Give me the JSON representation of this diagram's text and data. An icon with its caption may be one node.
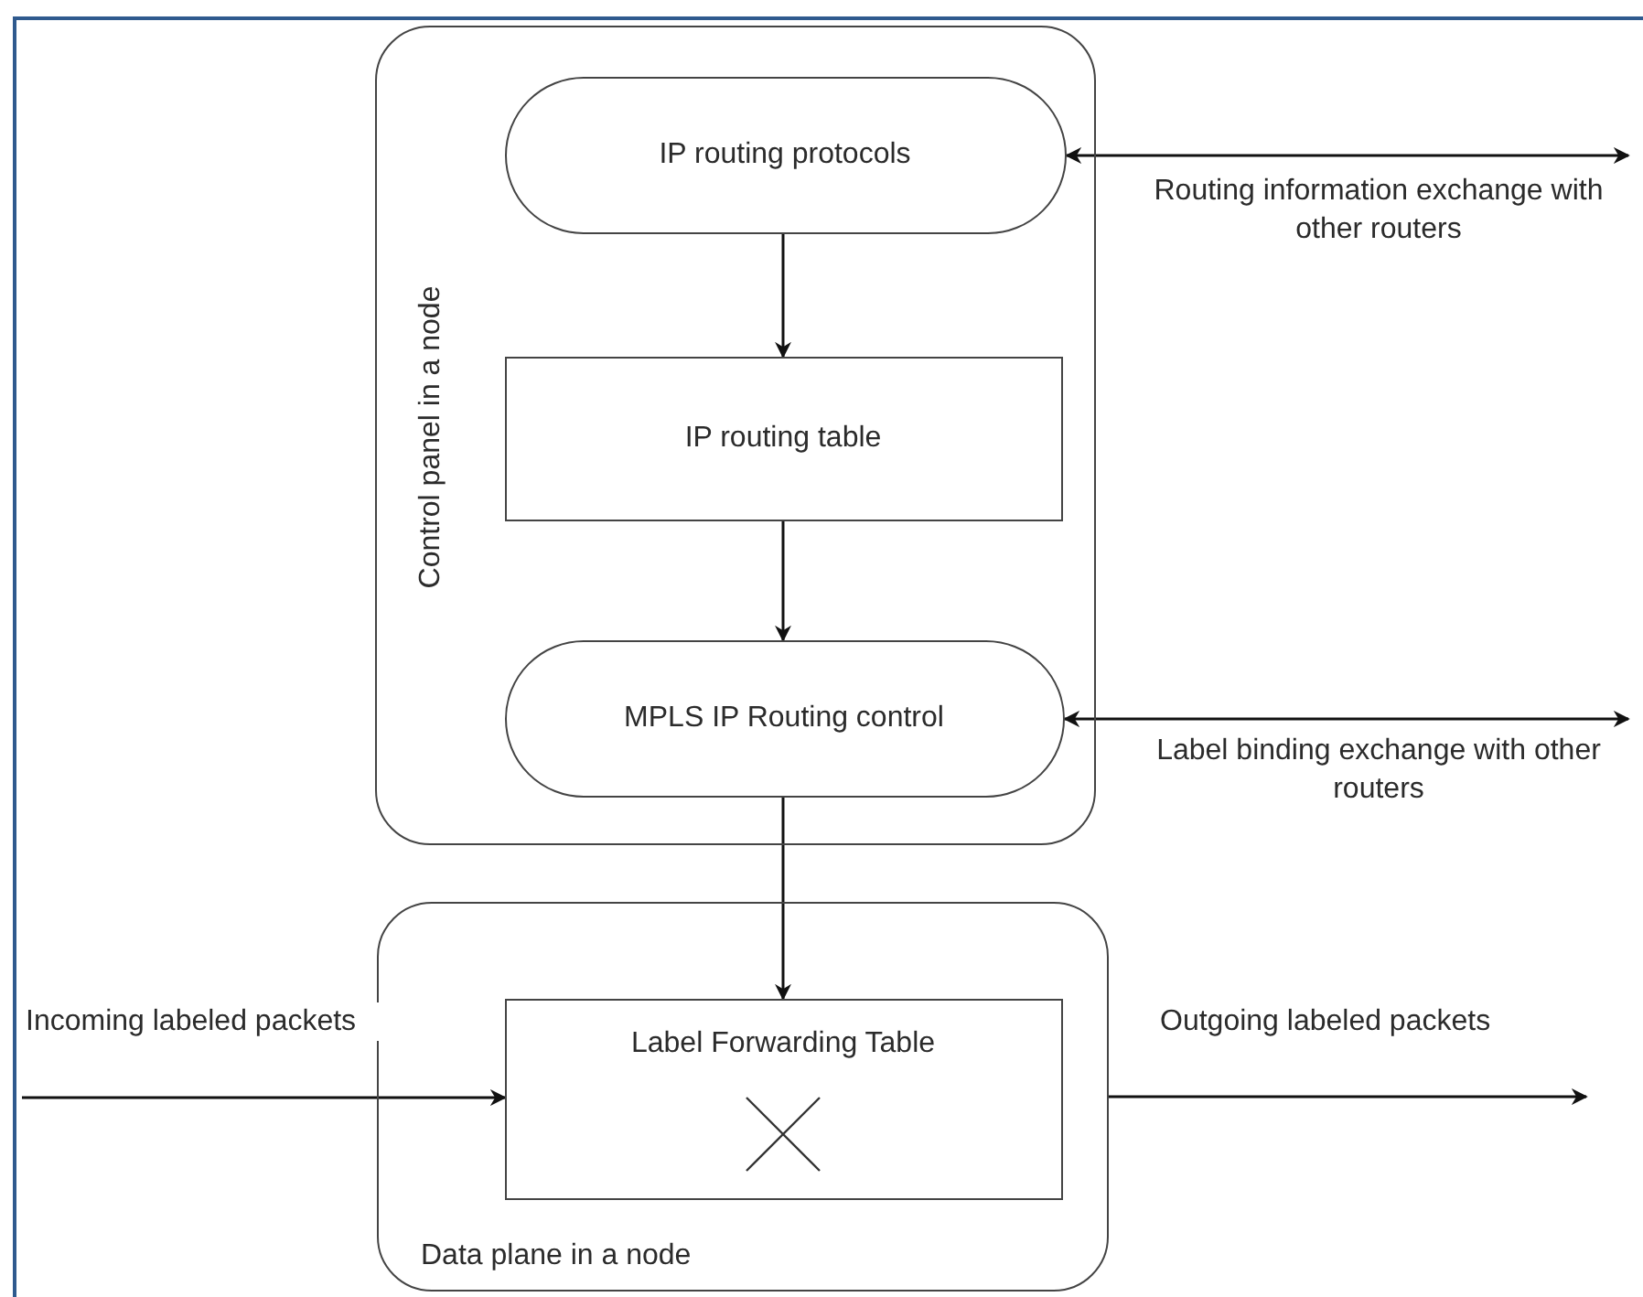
{
  "diagram": {
    "nodes": [
      {
        "text": [
          "Control panel in a node"
        ]
      },
      {
        "text": [
          "IP routing protocols"
        ],
        "in": 0
      },
      {
        "text": [
          "IP routing table"
        ],
        "in": 0
      },
      {
        "text": [
          "MPLS IP Routing control"
        ],
        "in": 0
      },
      {
        "text": [
          "Data plane in a node"
        ]
      },
      {
        "text": [
          "Label Forwarding Table"
        ],
        "in": 4
      }
    ],
    "edges": [
      {
        "from": 1,
        "to": null,
        "arrow": "both",
        "label": "Routing information exchange with other routers"
      },
      {
        "from": 3,
        "to": null,
        "arrow": "both",
        "label": "Label binding exchange with other routers"
      },
      {
        "from": 1,
        "to": 2,
        "arrow": "to"
      },
      {
        "from": 2,
        "to": 3,
        "arrow": "to"
      },
      {
        "from": 3,
        "to": 5,
        "arrow": "to"
      },
      {
        "from": null,
        "to": 5,
        "arrow": "to",
        "label": "Incoming labeled packets"
      },
      {
        "from": 4,
        "to": null,
        "arrow": "to",
        "label": "Outgoing labeled packets"
      }
    ]
  }
}
